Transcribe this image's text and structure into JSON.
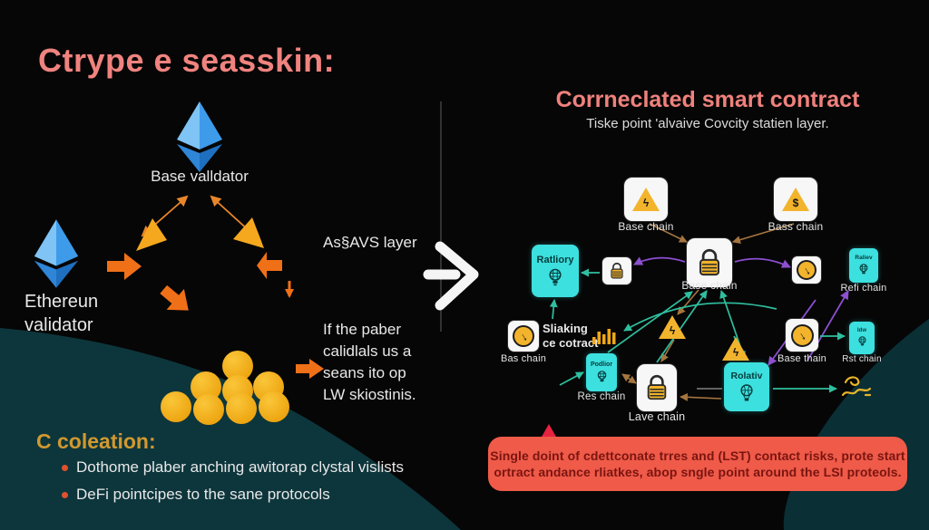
{
  "colors": {
    "background": "#060606",
    "accent_salmon": "#f0837f",
    "accent_gold": "#d1992f",
    "teal_box": "#3ce0df",
    "banner_red": "#ef5a49",
    "banner_text": "#7a1510",
    "arrow_teal": "#2fbf9f",
    "arrow_purple": "#8c4fd0",
    "arrow_tan": "#a5753f",
    "arrow_orange": "#f07018",
    "arrow_yellow": "#f5a81e",
    "coin_yellow": "#f5b51e",
    "eth_blue": "#3d9bea",
    "wave_teal": "#0d363c"
  },
  "icons": {
    "bolt_glyph": "ϟ",
    "dollar_glyph": "$",
    "alert_glyph": "!",
    "arrow_down_glyph": "↓"
  },
  "left_panel": {
    "title": "Ctrype e seasskin:",
    "base_validator_label": "Base valldator",
    "eth_validator_line1": "Ethereun",
    "eth_validator_line2": "validator",
    "avs_layer_label": "As§AVS layer",
    "note_line1": "If the paber",
    "note_line2": "calidlals us a",
    "note_line3": "seans ito op",
    "note_line4": "LW skiostinis.",
    "coleation_heading": "C coleation:",
    "bullet1": "Dothome plaber  anching awitorap clystal vislists",
    "bullet2": "DeFi pointcipes to the sane protocols"
  },
  "right_panel": {
    "title": "Corrneclated smart contract",
    "subtitle": "Tiske point 'alvaive Covcity statien layer.",
    "nodes": {
      "warn_bolt_label": "Base chain",
      "warn_dollar_label": "Bass chain",
      "ratliory_text": "Ratliory",
      "center_lock_label": "Base chain",
      "refi_box_text": "Raliev",
      "refi_label": "Refi chain",
      "bas_chain_label": "Bas chain",
      "staking_line1": "Sliaking",
      "staking_line2": "ce cotract",
      "res_box_text": "Podlior",
      "res_label": "Res chain",
      "lave_label": "Lave chain",
      "rolativ_text": "Rolativ",
      "base_thain_label": "Base thain",
      "rst_box_text": "Idw",
      "rst_label": "Rst chain"
    },
    "banner_line1": "Single doint of cdettconate trres and (LST) contact risks, prote start",
    "banner_line2": "ortract andance rliatkes, abop sngle point around the LSI proteols.",
    "connections": [
      "warn-bolt -> base-chain-center",
      "warn-dollar -> base-chain-center",
      "base-chain-center -> lock-small (purple)",
      "base-chain-center -> circle-right (purple)",
      "lock-small -> ratliory (teal)",
      "staking-contract -> ratliory (teal)",
      "res-chain -> base-chain-center (teal)",
      "lave-chain -> base-chain-center (teal)",
      "rolativ -> base-chain-center (teal)",
      "red-warning -> res-chain (teal)",
      "res-chain <-> lave-chain (tan)",
      "warn-bolt-2 -> lave-chain (tan)",
      "warn-4 -> rolativ (teal)",
      "rolativ -> scribble (teal)",
      "base-thain -> rst-chain (teal)",
      "purple: top-right -> rolativ",
      "purple: bottom -> refi-chain",
      "teal curve: right -> bar-chart"
    ]
  }
}
